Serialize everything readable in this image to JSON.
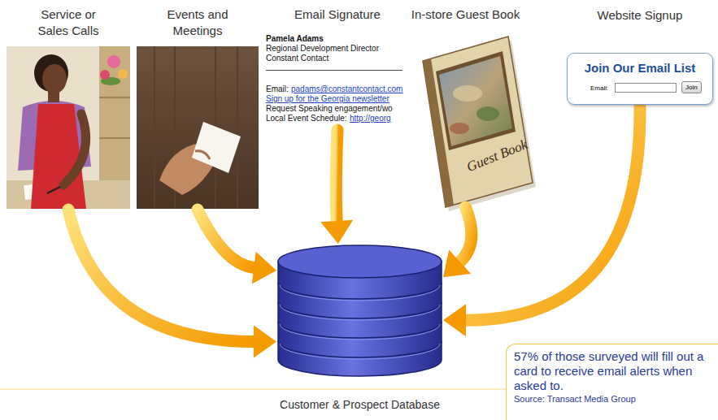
{
  "diagram": {
    "nodes": [
      {
        "text": [
          "Service or Sales Calls"
        ]
      },
      {
        "text": [
          "Events and Meetings"
        ]
      },
      {
        "text": [
          "Email Signature",
          "Pamela Adams",
          "Regional Development Director",
          "Constant Contact",
          "Email:",
          "padams@constantcontact.com",
          "Sign up for the Georgia newsletter",
          "Request Speaking engagement/wo",
          "Local Event Schedule:",
          "http://georg"
        ]
      },
      {
        "text": [
          "In-store Guest Book",
          "Guest Book"
        ]
      },
      {
        "text": [
          "Website Signup",
          "Join Our Email List",
          "Email:"
        ]
      },
      {
        "text": [
          "Join"
        ],
        "in": 4
      },
      {
        "text": [
          "Customer & Prospect Database"
        ]
      },
      {
        "text": [
          "57% of those surveyed will fill out a card to receive email alerts when asked to.",
          "Source: Transact Media Group"
        ]
      }
    ],
    "edges": [
      {
        "from": 0,
        "to": 6,
        "arrow": "to"
      },
      {
        "from": 1,
        "to": 6,
        "arrow": "to"
      },
      {
        "from": 2,
        "to": 6,
        "arrow": "to"
      },
      {
        "from": 3,
        "to": 6,
        "arrow": "to"
      },
      {
        "from": 4,
        "to": 6,
        "arrow": "to"
      }
    ]
  }
}
